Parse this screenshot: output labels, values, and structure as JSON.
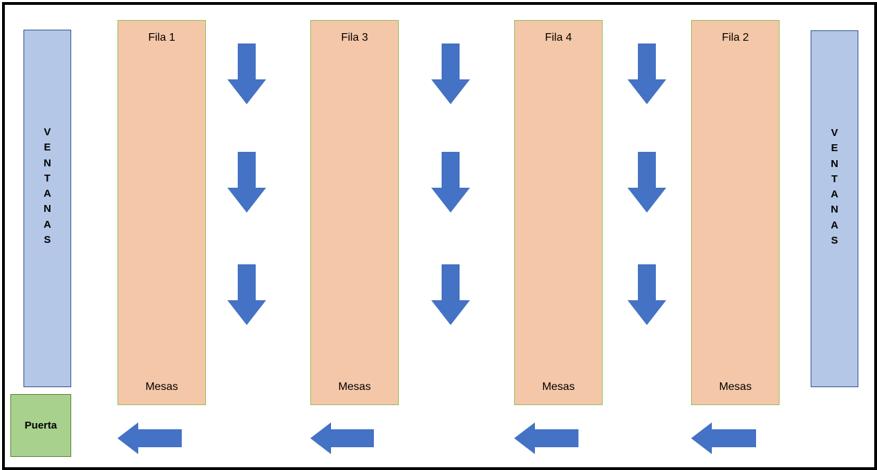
{
  "windows": {
    "left_letters": [
      "V",
      "E",
      "N",
      "T",
      "A",
      "N",
      "A",
      "S"
    ],
    "right_letters": [
      "V",
      "E",
      "N",
      "T",
      "A",
      "N",
      "A",
      "S"
    ]
  },
  "rows": [
    {
      "title": "Fila 1",
      "footer": "Mesas"
    },
    {
      "title": "Fila 3",
      "footer": "Mesas"
    },
    {
      "title": "Fila 4",
      "footer": "Mesas"
    },
    {
      "title": "Fila 2",
      "footer": "Mesas"
    }
  ],
  "door": {
    "label": "Puerta"
  },
  "colors": {
    "window_fill": "#b4c7e7",
    "row_fill": "#f4c7a8",
    "door_fill": "#a9d18e",
    "arrow_fill": "#4472c4"
  },
  "icons": {
    "down_arrow": "arrow-down-icon",
    "left_arrow": "arrow-left-icon"
  }
}
